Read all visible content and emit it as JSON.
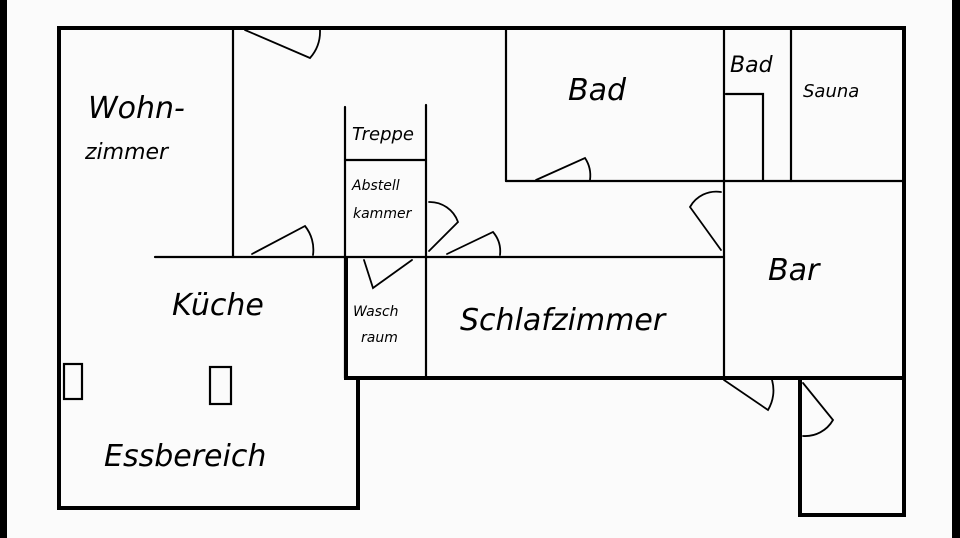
{
  "plan": {
    "rooms": {
      "wohnzimmer_line1": "Wohn-",
      "wohnzimmer_line2": "zimmer",
      "treppe": "Treppe",
      "abstell_line1": "Abstell",
      "abstell_line2": "kammer",
      "bad_main": "Bad",
      "bad_small": "Bad",
      "sauna": "Sauna",
      "bar": "Bar",
      "kueche": "Küche",
      "wasch_line1": "Wasch",
      "wasch_line2": "raum",
      "schlafzimmer": "Schlafzimmer",
      "essbereich": "Essbereich"
    }
  }
}
